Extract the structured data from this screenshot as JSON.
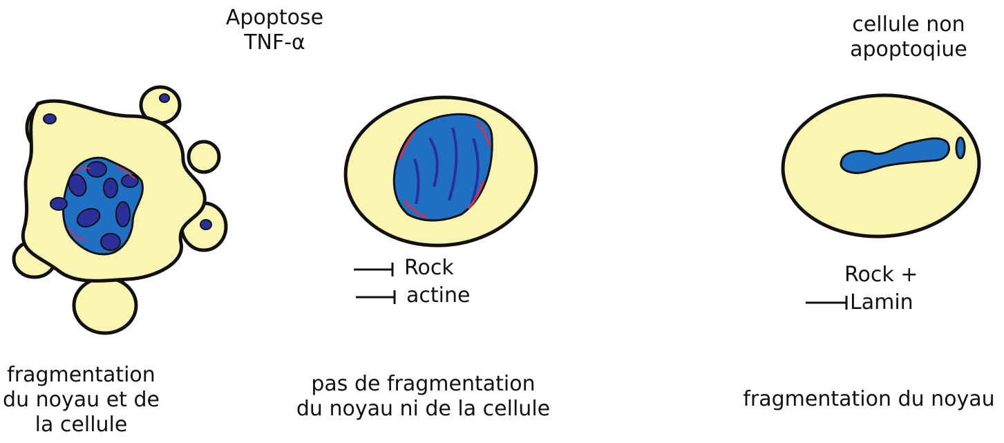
{
  "header": {
    "treatment_line1": "Apoptose",
    "treatment_line2": "TNF-α",
    "control_line1": "cellule non",
    "control_line2": "apoptoqiue"
  },
  "cells": [
    {
      "caption_line1": "fragmentation",
      "caption_line2": "du noyau et de",
      "caption_line3": "la cellule",
      "inhibitors": []
    },
    {
      "caption_line1": "pas de fragmentation",
      "caption_line2": "du noyau ni de la cellule",
      "inhibitors": [
        "Rock",
        "actine"
      ]
    },
    {
      "caption_line1": "fragmentation du noyau",
      "inhibitors_line1": "Rock +",
      "inhibitors_line2": "Lamin"
    }
  ],
  "colors": {
    "cytoplasm": "#fbf5b4",
    "nucleus": "#1f6fc4",
    "fragment": "#2b2f9a",
    "actin": "#d6304a",
    "outline": "#111111"
  }
}
